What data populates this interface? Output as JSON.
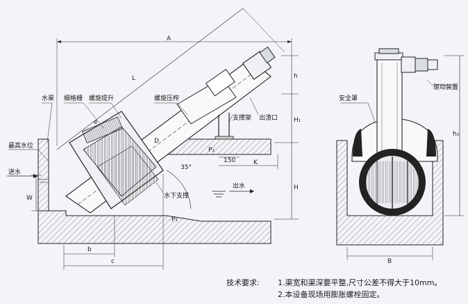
{
  "labels": {
    "water_channel": "水渠",
    "fine_screen": "细格栅",
    "spiral_lift": "螺旋提升",
    "spiral_press": "螺旋压榨",
    "support_frame": "支撑架",
    "outlet_residue": "出渣口",
    "max_water_level": "最高水位",
    "inlet": "进水",
    "outlet_water": "出水",
    "underwater_support": "水下支撑",
    "safety_cover": "安全罩",
    "drive_unit": "驱动装置"
  },
  "dimensions": {
    "A": "A",
    "L": "L",
    "h": "h",
    "H1": "H₁",
    "H": "H",
    "h2": "h₂",
    "W": "W",
    "b": "b",
    "c": "c",
    "D": "D",
    "K": "K",
    "150": "150",
    "P1": "P₁",
    "P2": "P₂",
    "B": "B",
    "angle": "35°",
    "e": "e"
  },
  "notes": {
    "heading": "技术要求:",
    "line1": "1.渠宽和渠深要平整,尺寸公差不得大于10mm。",
    "line2": "2.本设备现场用膨胀螺栓固定。"
  }
}
